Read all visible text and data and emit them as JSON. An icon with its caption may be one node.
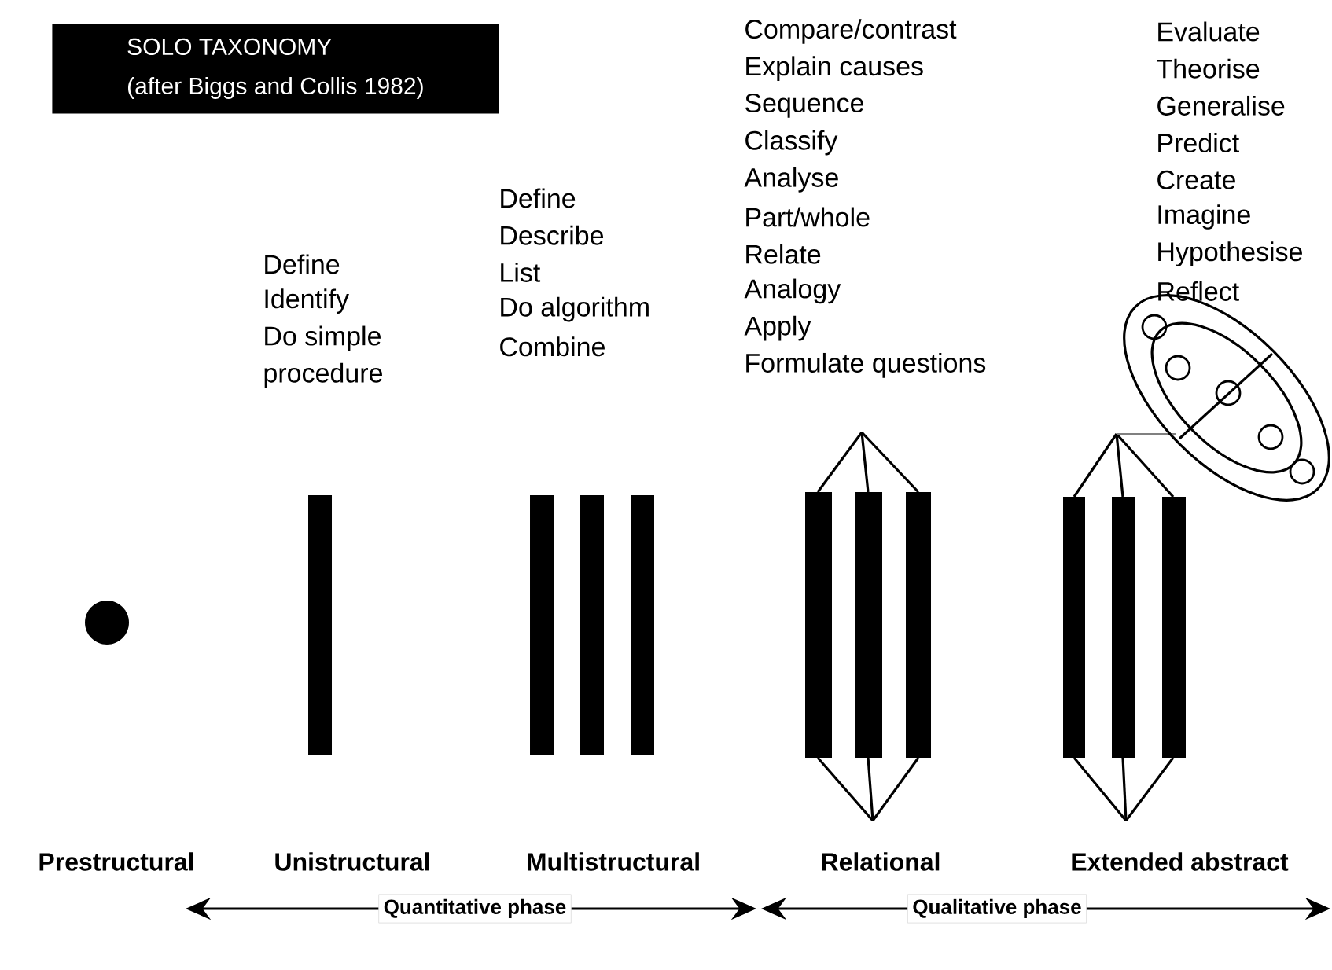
{
  "diagram": {
    "nodes": [
      {
        "text": [
          "SOLO TAXONOMY",
          "(after Biggs and Collis 1982)"
        ]
      }
    ],
    "labels": [
      "Define",
      "Identify",
      "Do simple",
      "procedure",
      "Define",
      "Describe",
      "List",
      "Do algorithm",
      "Combine",
      "Compare/contrast",
      "Explain causes",
      "Sequence",
      "Classify",
      "Analyse",
      "Part/whole",
      "Relate",
      "Analogy",
      "Apply",
      "Formulate questions",
      "Evaluate",
      "Theorise",
      "Generalise",
      "Predict",
      "Create",
      "Imagine",
      "Hypothesise",
      "Reflect",
      "Prestructural",
      "Unistructural",
      "Multistructural",
      "Relational",
      "Extended abstract",
      "Quantitative phase",
      "Qualitative phase"
    ]
  }
}
